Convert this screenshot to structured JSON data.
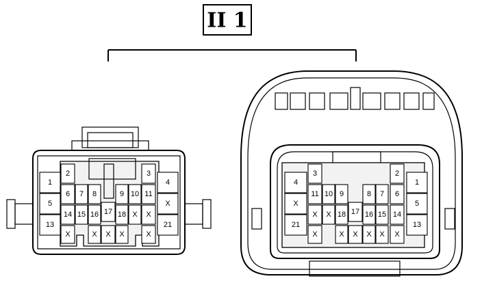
{
  "title": "II 1",
  "left_connector": {
    "pins": [
      {
        "id": "L1",
        "label": "1"
      },
      {
        "id": "L2",
        "label": "2"
      },
      {
        "id": "L3",
        "label": "3"
      },
      {
        "id": "L4",
        "label": "4"
      },
      {
        "id": "L5",
        "label": "5"
      },
      {
        "id": "L6",
        "label": "6"
      },
      {
        "id": "L7",
        "label": "7"
      },
      {
        "id": "L8",
        "label": "8"
      },
      {
        "id": "L9",
        "label": "9"
      },
      {
        "id": "L10",
        "label": "10"
      },
      {
        "id": "L11",
        "label": "11"
      },
      {
        "id": "LX1",
        "label": "X"
      },
      {
        "id": "L13",
        "label": "13"
      },
      {
        "id": "L14",
        "label": "14"
      },
      {
        "id": "L15",
        "label": "15"
      },
      {
        "id": "L16",
        "label": "16"
      },
      {
        "id": "L17",
        "label": "17"
      },
      {
        "id": "L18",
        "label": "18"
      },
      {
        "id": "LX2",
        "label": "X"
      },
      {
        "id": "LX3",
        "label": "X"
      },
      {
        "id": "L21",
        "label": "21"
      },
      {
        "id": "LX4",
        "label": "X"
      },
      {
        "id": "LX5",
        "label": "X"
      },
      {
        "id": "LX6",
        "label": "X"
      },
      {
        "id": "LX7",
        "label": "X"
      },
      {
        "id": "LX8",
        "label": "X"
      }
    ]
  },
  "right_connector": {
    "pins": [
      {
        "id": "R4",
        "label": "4"
      },
      {
        "id": "R3",
        "label": "3"
      },
      {
        "id": "R2",
        "label": "2"
      },
      {
        "id": "R1",
        "label": "1"
      },
      {
        "id": "R11",
        "label": "11"
      },
      {
        "id": "R10",
        "label": "10"
      },
      {
        "id": "R9",
        "label": "9"
      },
      {
        "id": "R8",
        "label": "8"
      },
      {
        "id": "R7",
        "label": "7"
      },
      {
        "id": "R6",
        "label": "6"
      },
      {
        "id": "RX1",
        "label": "X"
      },
      {
        "id": "R5",
        "label": "5"
      },
      {
        "id": "RX2",
        "label": "X"
      },
      {
        "id": "RX3",
        "label": "X"
      },
      {
        "id": "R18",
        "label": "18"
      },
      {
        "id": "R17",
        "label": "17"
      },
      {
        "id": "R16",
        "label": "16"
      },
      {
        "id": "R15",
        "label": "15"
      },
      {
        "id": "R14",
        "label": "14"
      },
      {
        "id": "R21",
        "label": "21"
      },
      {
        "id": "R13",
        "label": "13"
      },
      {
        "id": "RX4",
        "label": "X"
      },
      {
        "id": "RX5",
        "label": "X"
      },
      {
        "id": "RX6",
        "label": "X"
      },
      {
        "id": "RX7",
        "label": "X"
      },
      {
        "id": "RX8",
        "label": "X"
      },
      {
        "id": "RX9",
        "label": "X"
      }
    ]
  }
}
